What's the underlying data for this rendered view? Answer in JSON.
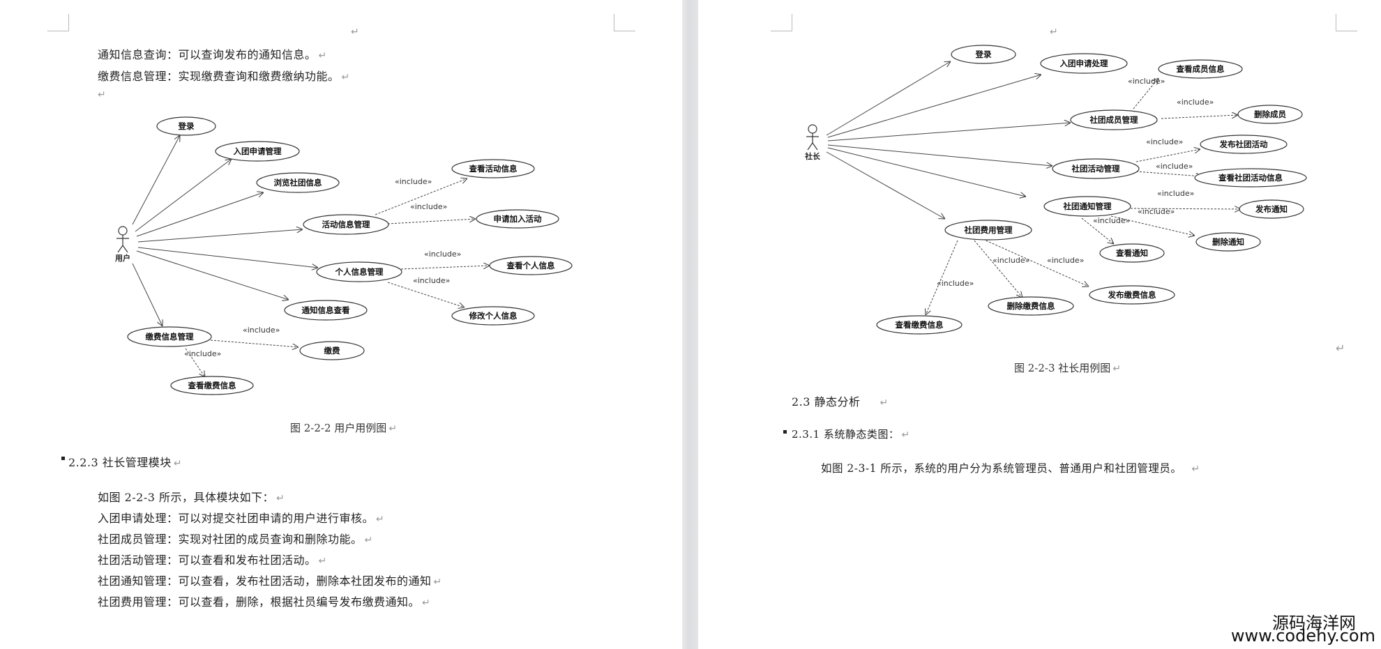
{
  "left_page": {
    "top_text": [
      "通知信息查询：可以查询发布的通知信息。",
      "缴费信息管理：实现缴费查询和缴费缴纳功能。"
    ],
    "diagram": {
      "actor": "用户",
      "nodes": [
        "登录",
        "入团申请管理",
        "浏览社团信息",
        "活动信息管理",
        "个人信息管理",
        "通知信息查看",
        "缴费信息管理",
        "查看活动信息",
        "申请加入活动",
        "查看个人信息",
        "修改个人信息",
        "缴费",
        "查看缴费信息"
      ],
      "include_label": "«include»"
    },
    "caption": "图 2-2-2  用户用例图",
    "section_heading": "2.2.3 社长管理模块",
    "body_lines": [
      "如图 2-2-3 所示，具体模块如下：",
      "入团申请处理：可以对提交社团申请的用户进行审核。",
      "社团成员管理：实现对社团的成员查询和删除功能。",
      "社团活动管理：可以查看和发布社团活动。",
      "社团通知管理：可以查看，发布社团活动，删除本社团发布的通知",
      "社团费用管理：可以查看，删除，根据社员编号发布缴费通知。"
    ]
  },
  "right_page": {
    "diagram": {
      "actor": "社长",
      "nodes": [
        "登录",
        "入团申请处理",
        "社团成员管理",
        "社团活动管理",
        "社团通知管理",
        "社团费用管理",
        "查看成员信息",
        "删除成员",
        "发布社团活动",
        "查看社团活动信息",
        "发布通知",
        "删除通知",
        "查看通知",
        "发布缴费信息",
        "删除缴费信息",
        "查看缴费信息"
      ],
      "include_label": "«include»"
    },
    "caption": "图 2-2-3 社长用例图",
    "heading_1": "2.3 静态分析",
    "heading_2": "2.3.1 系统静态类图：",
    "body_line": "如图  2-3-1  所示，系统的用户分为系统管理员、普通用户和社团管理员。"
  },
  "watermark": {
    "line1": "源码海洋网",
    "line2": "www.codehy.com"
  },
  "paragraph_mark": "↵"
}
